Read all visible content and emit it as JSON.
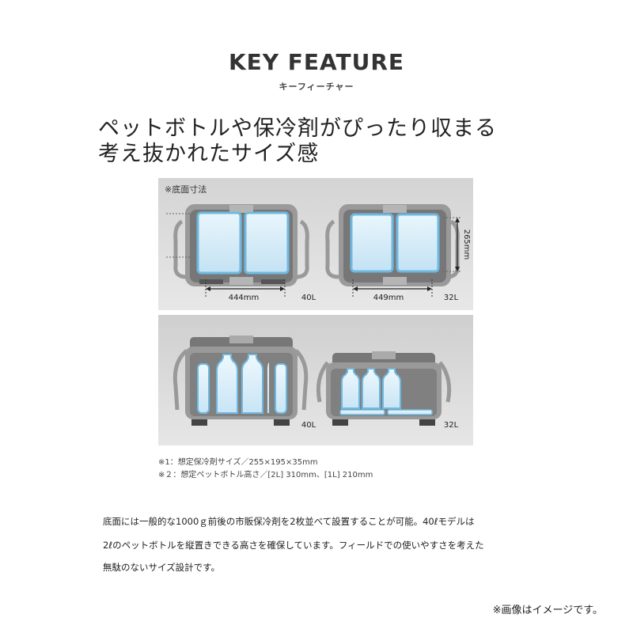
{
  "header": {
    "title": "KEY FEATURE",
    "subtitle": "キーフィーチャー"
  },
  "headline": {
    "line1": "ペットボトルや保冷剤がぴったり収まる",
    "line2": "考え抜かれたサイズ感"
  },
  "diagram": {
    "top_caption": "※底面寸法",
    "left_width": "444mm",
    "left_model": "40L",
    "right_width": "449mm",
    "right_model": "32L",
    "height_dim": "265mm",
    "bottom_left_model": "40L",
    "bottom_right_model": "32L",
    "colors": {
      "cooler_body": "#8f8f8f",
      "cooler_dark": "#6a6a6a",
      "ice_pack": "#cfe9f7",
      "ice_glow": "#6fb8e0"
    }
  },
  "notes": {
    "note1": "※1：想定保冷剤サイズ／255×195×35mm",
    "note2": "※２：想定ペットボトル高さ／[2L] 310mm、[1L] 210mm"
  },
  "body": {
    "line1": "底面には一般的な1000ｇ前後の市販保冷剤を2枚並べて設置することが可能。40ℓモデルは",
    "line2": "2ℓのペットボトルを縦置きできる高さを確保しています。フィールドでの使いやすさを考えた",
    "line3": "無駄のないサイズ設計です。"
  },
  "footer": {
    "image_note": "※画像はイメージです。"
  }
}
